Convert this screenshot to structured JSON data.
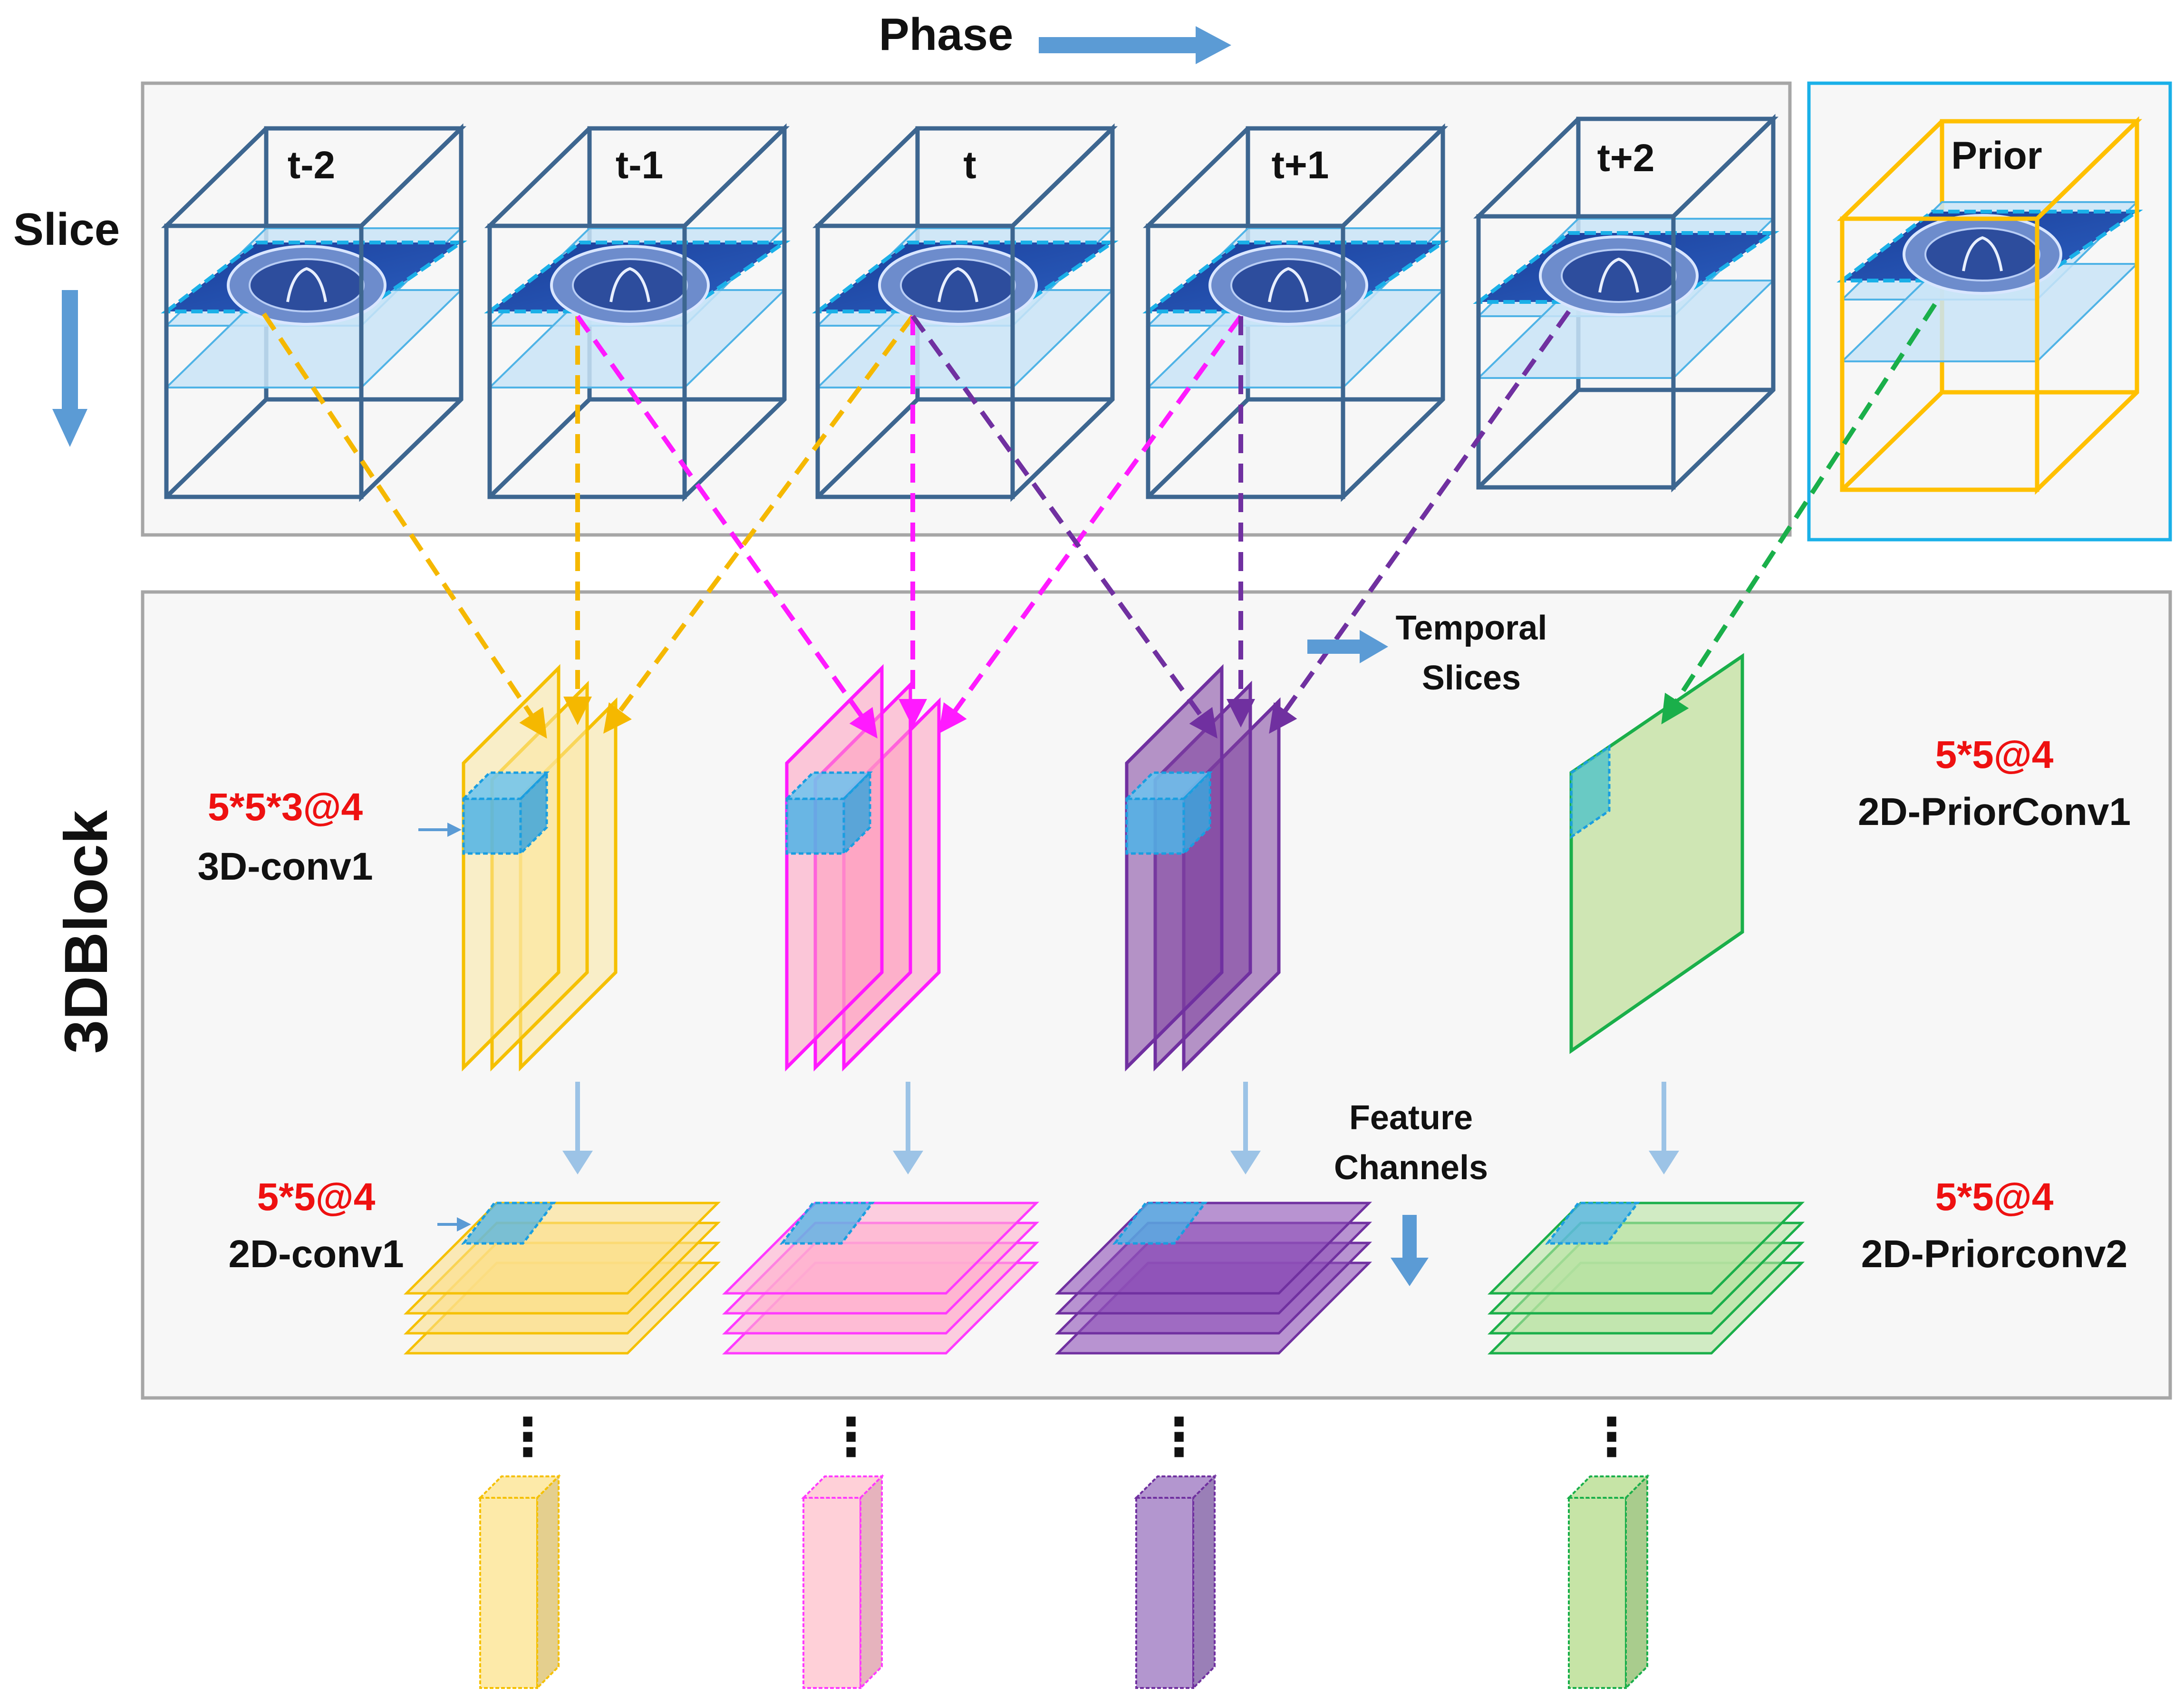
{
  "axes": {
    "phase": "Phase",
    "slice": "Slice"
  },
  "top_row": {
    "phases": [
      {
        "label": "t-2"
      },
      {
        "label": "t-1"
      },
      {
        "label": "t"
      },
      {
        "label": "t+1"
      },
      {
        "label": "t+2"
      }
    ],
    "prior": {
      "label": "Prior"
    }
  },
  "block": {
    "title": "3DBlock",
    "temporal_slices": [
      "Temporal",
      "Slices"
    ],
    "feature_channels": [
      "Feature",
      "Channels"
    ],
    "conv3d": {
      "kernel": "5*5*3@4",
      "name": "3D-conv1"
    },
    "conv2d": {
      "kernel": "5*5@4",
      "name": "2D-conv1"
    },
    "prior_conv1": {
      "kernel": "5*5@4",
      "name": "2D-PriorConv1"
    },
    "prior_conv2": {
      "kernel": "5*5@4",
      "name": "2D-Priorconv2"
    }
  },
  "ellipsis": "⋮",
  "colors": {
    "yellow": "#f5c518",
    "magenta": "#ff1aff",
    "purple": "#7030a0",
    "green": "#1aaf4a",
    "cube_frame": "#3d6690",
    "prior_frame": "#ffc000",
    "prior_box": "#1ab0e8",
    "red_text": "#ee1111",
    "arrow_blue": "#5b9bd5"
  }
}
